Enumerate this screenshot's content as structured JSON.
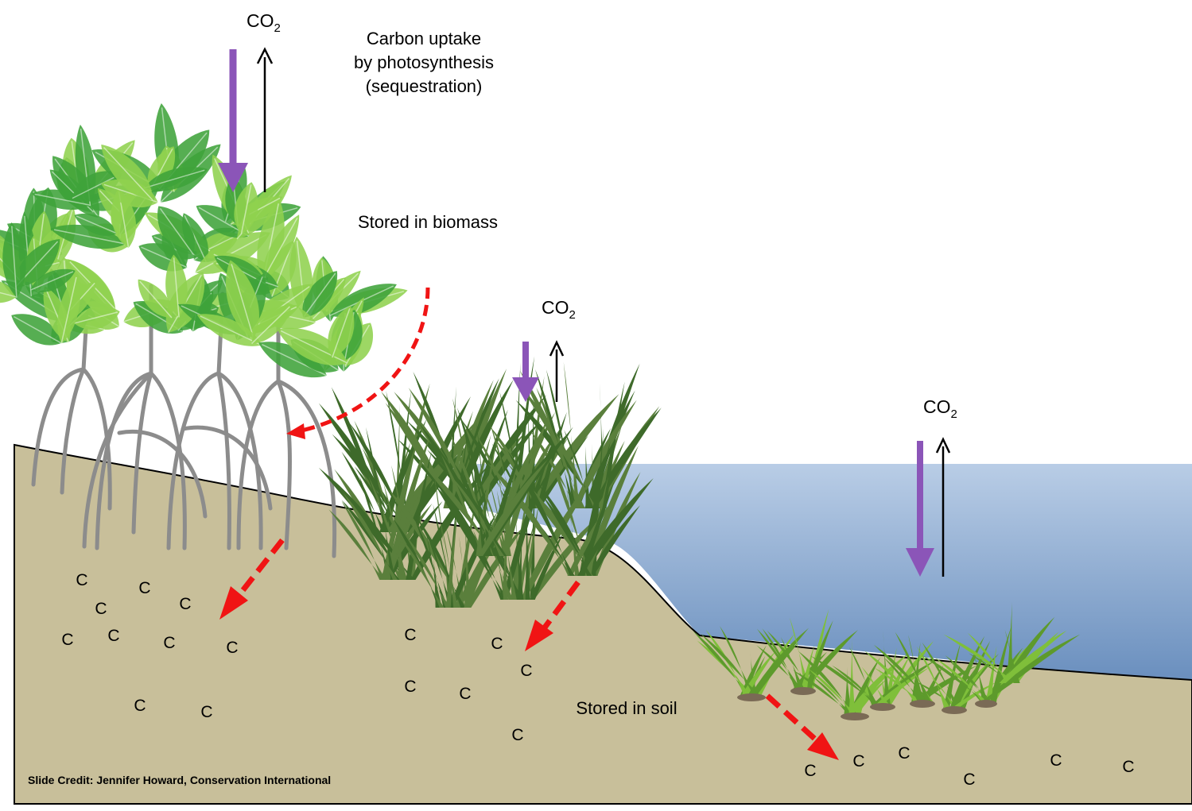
{
  "labels": {
    "co2_base": "CO",
    "co2_sub": "2",
    "uptake_line1": "Carbon uptake",
    "uptake_line2": "by photosynthesis",
    "uptake_line3": "(sequestration)",
    "biomass": "Stored in biomass",
    "soil": "Stored in soil",
    "credit": "Slide Credit: Jennifer Howard, Conservation International"
  },
  "carbon_symbol": "C",
  "colors": {
    "sediment": "#c8bf9a",
    "water_top": "#b9cde6",
    "water_bottom": "#6a8fbe",
    "uptake_arrow": "#8b55b8",
    "release_arrow": "#000000",
    "storage_arrow": "#f01414",
    "mangrove_root": "#8c8c8c",
    "leaf_dark": "#3fa33a",
    "leaf_light": "#8fd14f",
    "marsh_grass": "#3e6a2a",
    "seagrass": "#7fbf3a"
  },
  "icons": [
    "mangrove-icon",
    "salt-marsh-grass-icon",
    "seagrass-icon"
  ]
}
